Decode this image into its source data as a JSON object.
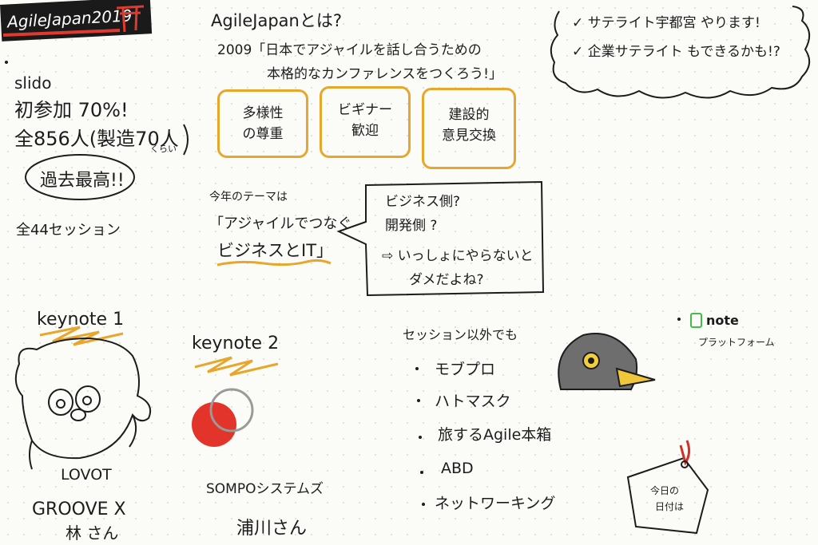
{
  "title_banner": "AgileJapan2019",
  "stats": {
    "slido": "slido",
    "first_time": "初参加 70%!",
    "total": "全856人(製造70人",
    "approx": "くらい",
    "record": "過去最高!!",
    "sessions": "全44セッション"
  },
  "about": {
    "heading": "AgileJapanとは?",
    "line1": "2009「日本でアジャイルを話し合うための",
    "line2": "本格的なカンファレンスをつくろう!」",
    "boxes": [
      {
        "line1": "多様性",
        "line2": "の尊重"
      },
      {
        "line1": "ビギナー",
        "line2": "歓迎"
      },
      {
        "line1": "建設的",
        "line2": "意見交換"
      }
    ]
  },
  "cloud": {
    "line1": "✓ サテライト宇都宮 やります!",
    "line2": "✓ 企業サテライト もできるかも!?"
  },
  "theme": {
    "intro": "今年のテーマは",
    "line1": "「アジャイルでつなぐ",
    "line2": "ビジネスとIT」"
  },
  "speech": {
    "line1": "ビジネス側?",
    "line2": "開発側 ?",
    "line3": "⇨ いっしょにやらないと",
    "line4": "ダメだよね?"
  },
  "keynote1": {
    "label": "keynote 1",
    "robot_name": "LOVOT",
    "company": "GROOVE X",
    "speaker": "林 さん"
  },
  "keynote2": {
    "label": "keynote 2",
    "company": "SOMPOシステムズ",
    "speaker": "浦川さん"
  },
  "sessions": {
    "heading": "セッション以外でも",
    "items": [
      "モブプロ",
      "ハトマスク",
      "旅するAgile本箱",
      "ABD",
      "ネットワーキング"
    ]
  },
  "note": {
    "label": "note",
    "sub": "プラットフォーム"
  },
  "tag": {
    "line1": "今日の",
    "line2": "日付は"
  },
  "colors": {
    "accent_box": "#e6a72c",
    "banner_red": "#e03a2e",
    "ball_red": "#e2342b"
  }
}
